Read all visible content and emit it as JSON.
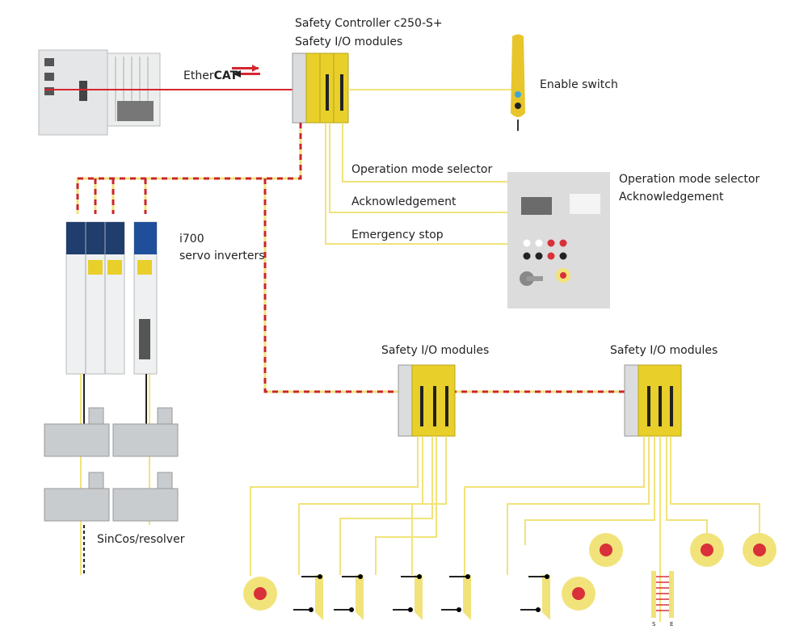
{
  "labels": {
    "controller_line1": "Safety Controller c250-S+",
    "controller_line2": "Safety I/O modules",
    "ethercat_prefix": "Ether",
    "ethercat_bold": "CAT",
    "enable_switch": "Enable switch",
    "operation_mode_selector": "Operation mode selector",
    "acknowledgement": "Acknowledgement",
    "emergency_stop": "Emergency stop",
    "panel_line1": "Operation mode selector",
    "panel_line2": "Acknowledgement",
    "inverters_line1": "i700",
    "inverters_line2": "servo inverters",
    "sincos": "SinCos/resolver",
    "io_modules_1": "Safety I/O modules",
    "io_modules_2": "Safety I/O modules",
    "light_curtain_s": "S",
    "light_curtain_e": "E"
  },
  "colors": {
    "ethercat_red": "#d7262e",
    "safety_yellow": "#f1e37a",
    "module_yellow": "#e8cf2a",
    "estop_red": "#d9303a",
    "panel_gray": "#dcdcdc"
  }
}
